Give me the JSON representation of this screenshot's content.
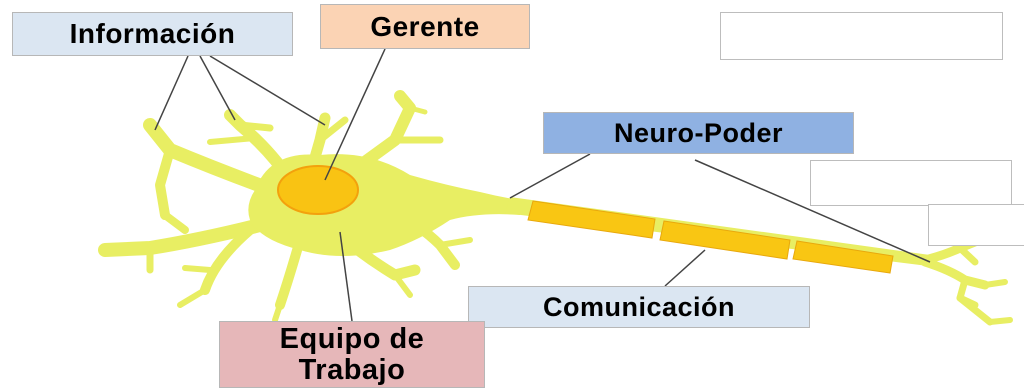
{
  "labels": {
    "informacion": "Información",
    "gerente": "Gerente",
    "neuro_poder": "Neuro-Poder",
    "comunicacion": "Comunicación",
    "equipo_line1": "Equipo de",
    "equipo_line2": "Trabajo"
  },
  "colors": {
    "neuron_body": "#e8ee63",
    "neuron_edge": "#c9cf3d",
    "nucleus": "#f9c313",
    "nucleus_edge": "#f3a10d",
    "myelin": "#f9c613",
    "info_box": "#dbe6f2",
    "gerente_box": "#fbd3b4",
    "neuro_box": "#8fb1e2",
    "equipo_box": "#e6b7b9"
  }
}
